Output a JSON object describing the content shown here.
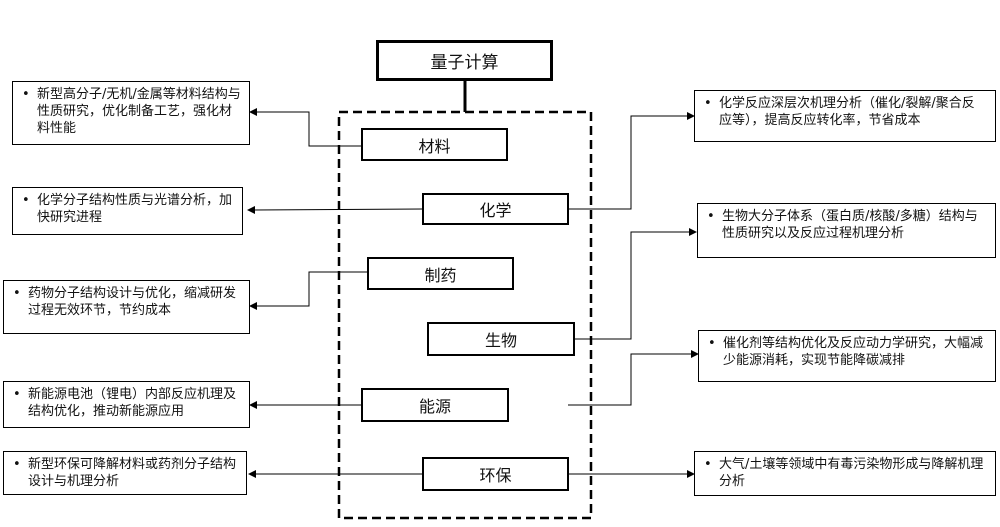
{
  "root": "量子计算",
  "fields": [
    {
      "id": "materials",
      "label": "材料"
    },
    {
      "id": "chemistry",
      "label": "化学"
    },
    {
      "id": "pharma",
      "label": "制药"
    },
    {
      "id": "biology",
      "label": "生物"
    },
    {
      "id": "energy",
      "label": "能源"
    },
    {
      "id": "environment",
      "label": "环保"
    }
  ],
  "notes": {
    "materials": "新型高分子/无机/金属等材料结构与性质研究，优化制备工艺，强化材料性能",
    "chemistry_left": "化学分子结构性质与光谱分析，加快研究进程",
    "chemistry_right": "化学反应深层次机理分析（催化/裂解/聚合反应等），提高反应转化率，节省成本",
    "pharma": "药物分子结构设计与优化，缩减研发过程无效环节，节约成本",
    "biology": "生物大分子体系（蛋白质/核酸/多糖）结构与性质研究以及反应过程机理分析",
    "energy_left": "新能源电池（锂电）内部反应机理及结构优化，推动新能源应用",
    "energy_right": "催化剂等结构优化及反应动力学研究，大幅减少能源消耗，实现节能降碳减排",
    "environment_left": "新型环保可降解材料或药剂分子结构设计与机理分析",
    "environment_right": "大气/土壤等领域中有毒污染物形成与降解机理分析"
  },
  "bullet": "•"
}
